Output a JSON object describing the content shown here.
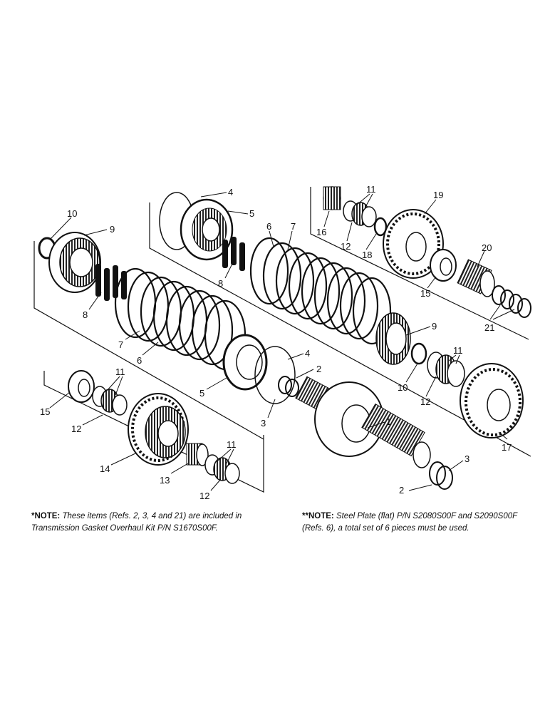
{
  "callouts": {
    "c1": "1",
    "c2a": "2",
    "c2b": "2",
    "c3a": "3",
    "c3b": "3",
    "c4a": "4",
    "c4b": "4",
    "c5a": "5",
    "c5b": "5",
    "c6a": "6",
    "c6b": "6",
    "c7a": "7",
    "c7b": "7",
    "c8a": "8",
    "c8b": "8",
    "c9a": "9",
    "c9b": "9",
    "c10a": "10",
    "c10b": "10",
    "c11a": "11",
    "c11b": "11",
    "c11c": "11",
    "c11d": "11",
    "c12a": "12",
    "c12b": "12",
    "c12c": "12",
    "c12d": "12",
    "c13": "13",
    "c14": "14",
    "c15a": "15",
    "c15b": "15",
    "c16": "16",
    "c17": "17",
    "c18": "18",
    "c19": "19",
    "c20": "20",
    "c21": "21"
  },
  "notes": {
    "note1_label": "*NOTE:",
    "note1_text": "These items (Refs. 2, 3, 4 and 21) are included in Transmission Gasket Overhaul Kit P/N S1670S00F.",
    "note2_label": "**NOTE:",
    "note2_text": "Steel Plate (flat) P/N S2080S00F and S2090S00F (Refs. 6), a total set of 6 pieces must be used."
  }
}
